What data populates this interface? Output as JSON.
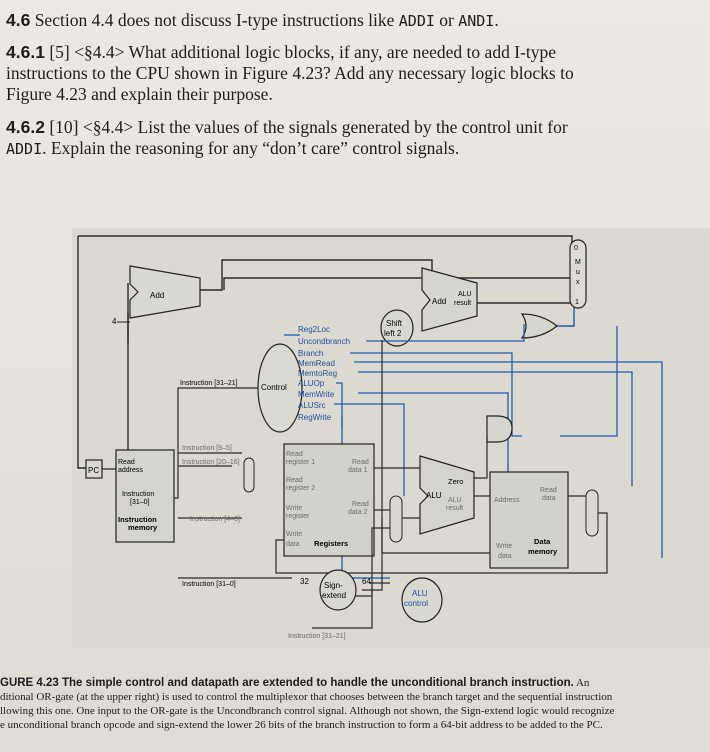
{
  "questions": {
    "q46": {
      "num": "4.6",
      "text_pre": " Section 4.4 does not discuss I-type instructions like ",
      "code1": "ADDI",
      "text_mid": " or ",
      "code2": "ANDI",
      "text_post": "."
    },
    "q461": {
      "num": "4.6.1",
      "line1_rest": " [5] <§4.4> What additional logic blocks, if any, are needed to add I-type",
      "line2": "instructions to the CPU shown in Figure 4.23? Add any necessary logic blocks to",
      "line3": "Figure 4.23 and explain their purpose."
    },
    "q462": {
      "num": "4.6.2",
      "line1_rest": " [10] <§4.4> List the values of the signals generated by the control unit for",
      "line2_code": "ADDI",
      "line2_rest": ". Explain the reasoning for any “don’t care” control signals."
    }
  },
  "figure": {
    "add": "Add",
    "four": "4",
    "pc": "PC",
    "im_read": "Read",
    "im_address": "address",
    "im_instr": "Instruction",
    "im_bits": "[31–0]",
    "im_title1": "Instruction",
    "im_title2": "memory",
    "instr_31_21": "Instruction [31–21]",
    "instr_9_5": "Instruction [9–5]",
    "instr_20_16": "Instruction [20–16]",
    "instr_4_0": "Instruction [4–0]",
    "instr_31_0": "Instruction [31–0]",
    "instr_31_21_b": "Instruction [31–21]",
    "control": "Control",
    "signals": [
      "Reg2Loc",
      "Uncondbranch",
      "Branch",
      "MemRead",
      "MemtoReg",
      "ALUOp",
      "MemWrite",
      "ALUSrc",
      "RegWrite"
    ],
    "mux": [
      "M",
      "u",
      "x"
    ],
    "mux_0": "0",
    "mux_1": "1",
    "reg_read1a": "Read",
    "reg_read1b": "register 1",
    "reg_read2a": "Read",
    "reg_read2b": "register 2",
    "reg_writea": "Write",
    "reg_writeb": "register",
    "reg_wdata_a": "Write",
    "reg_wdata_b": "data",
    "reg_title": "Registers",
    "reg_rd1a": "Read",
    "reg_rd1b": "data 1",
    "reg_rd2a": "Read",
    "reg_rd2b": "data 2",
    "shift1": "Shift",
    "shift2": "left 2",
    "add2": "Add",
    "alu_res1": "ALU",
    "alu_res2": "result",
    "zero": "Zero",
    "alu": "ALU",
    "alu_r1": "ALU",
    "alu_r2": "result",
    "dm_address": "Address",
    "dm_read1": "Read",
    "dm_read2": "data",
    "dm_write1": "Write",
    "dm_write2": "data",
    "dm_t1": "Data",
    "dm_t2": "memory",
    "n32": "32",
    "n64": "64",
    "sign1": "Sign-",
    "sign2": "extend",
    "aluc1": "ALU",
    "aluc2": "control"
  },
  "caption": {
    "label": "GURE 4.23",
    "title": "  The simple control and datapath are extended to handle the unconditional branch instruction.",
    "tail1": " An",
    "line2": "ditional OR-gate (at the upper right) is used to control the multiplexor that chooses between the branch target and the sequential instruction",
    "line3": "llowing this one. One input to the OR-gate is the Uncondbranch control signal. Although not shown, the Sign-extend logic would recognize",
    "line4": "e unconditional branch opcode and sign-extend the lower 26 bits of the branch instruction to form a 64-bit address to be added to the PC."
  }
}
